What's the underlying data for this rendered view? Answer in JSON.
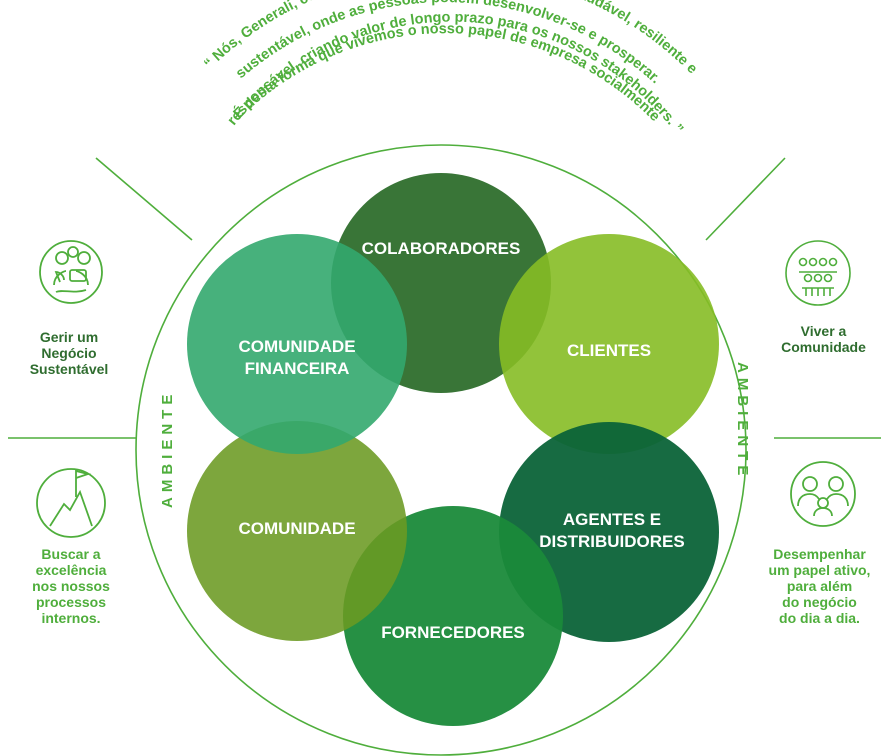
{
  "colors": {
    "green": "#4fae3c",
    "dark_green": "#2f6d2f",
    "colaboradores": "#2e6e2c",
    "clientes": "#86bc25",
    "agentes": "#0b6338",
    "fornecedores": "#1a8a3a",
    "comunidade": "#6b9a22",
    "comunidade_financeira": "#33a86e"
  },
  "quote": {
    "lines": [
      "“ Nós, Generali, contribuímos para uma sociedade mais saudável, resiliente  e",
      "sustentável, onde as pessoas podem desenvolver-se e prosperar.",
      "É desta forma que vivemos o nosso papel de empresa socialmente",
      "responsável, criando valor de longo prazo para os nossos stakeholders. ”"
    ]
  },
  "ambiente_label": "AMBIENTE",
  "circles": [
    {
      "id": "colaboradores",
      "label": [
        "COLABORADORES"
      ]
    },
    {
      "id": "clientes",
      "label": [
        "CLIENTES"
      ]
    },
    {
      "id": "agentes",
      "label": [
        "AGENTES E",
        "DISTRIBUIDORES"
      ]
    },
    {
      "id": "fornecedores",
      "label": [
        "FORNECEDORES"
      ]
    },
    {
      "id": "comunidade",
      "label": [
        "COMUNIDADE"
      ]
    },
    {
      "id": "comunidade_financeira",
      "label": [
        "COMUNIDADE",
        "FINANCEIRA"
      ]
    }
  ],
  "pillars": {
    "top_left": {
      "text": "Gerir um\nNegócio\nSustentável",
      "icon": "sustainable-business-icon"
    },
    "bottom_left": {
      "text": "Buscar a\nexcelência\nnos nossos\nprocessos\ninternos.",
      "icon": "mountain-flag-icon"
    },
    "top_right": {
      "text": "Viver a\nComunidade",
      "icon": "community-people-icon"
    },
    "bottom_right": {
      "text": "Desempenhar\num papel ativo,\npara além\ndo negócio\ndo dia a dia.",
      "icon": "family-icon"
    }
  }
}
